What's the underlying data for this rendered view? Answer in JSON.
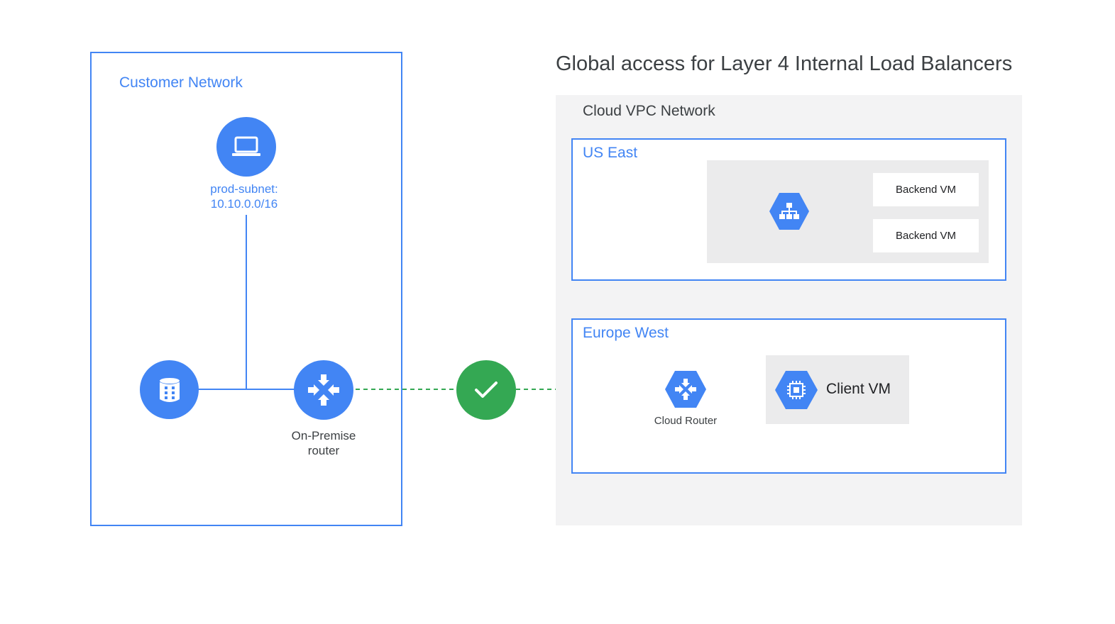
{
  "title": "Global access for Layer 4 Internal Load Balancers",
  "customer_network": {
    "label": "Customer Network",
    "subnet_line1": "prod-subnet:",
    "subnet_line2": "10.10.0.0/16",
    "router_line1": "On-Premise",
    "router_line2": "router"
  },
  "vpc": {
    "label": "Cloud VPC Network",
    "us_east": {
      "label": "US East",
      "backend_vm_1": "Backend VM",
      "backend_vm_2": "Backend VM"
    },
    "europe_west": {
      "label": "Europe West",
      "cloud_router": "Cloud Router",
      "client_vm": "Client VM"
    }
  },
  "colors": {
    "google_blue": "#4285f4",
    "link_green": "#34a853",
    "panel_gray": "#f3f3f4",
    "inner_gray": "#ebebec"
  },
  "icons": {
    "laptop": "laptop-icon",
    "database": "database-icon",
    "router": "router-icon",
    "check": "check-icon",
    "load_balancer": "load-balancer-icon",
    "cloud_router": "cloud-router-icon",
    "compute": "compute-engine-icon"
  }
}
